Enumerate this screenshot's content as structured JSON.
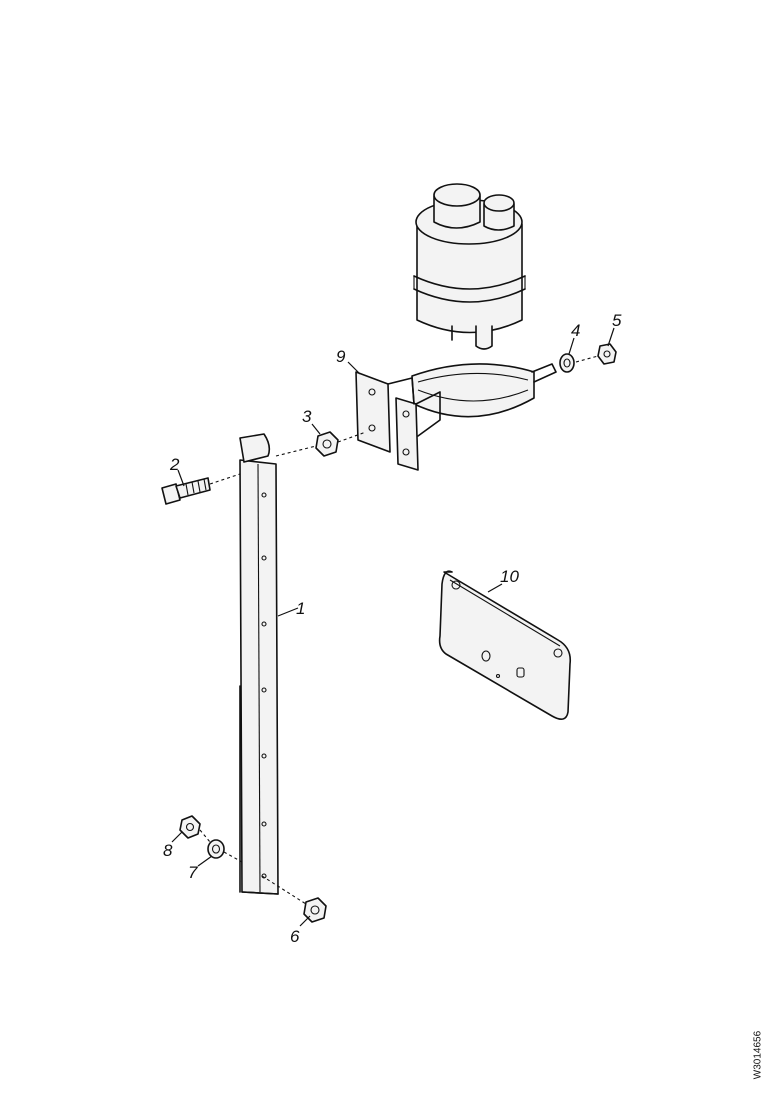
{
  "callouts": {
    "c1": "1",
    "c2": "2",
    "c3": "3",
    "c4": "4",
    "c5": "5",
    "c6": "6",
    "c7": "7",
    "c8": "8",
    "c9": "9",
    "c10": "10"
  },
  "drawing_ref": "W3014656",
  "colors": {
    "line": "#111111",
    "background": "#ffffff",
    "fill": "#f3f3f3"
  }
}
